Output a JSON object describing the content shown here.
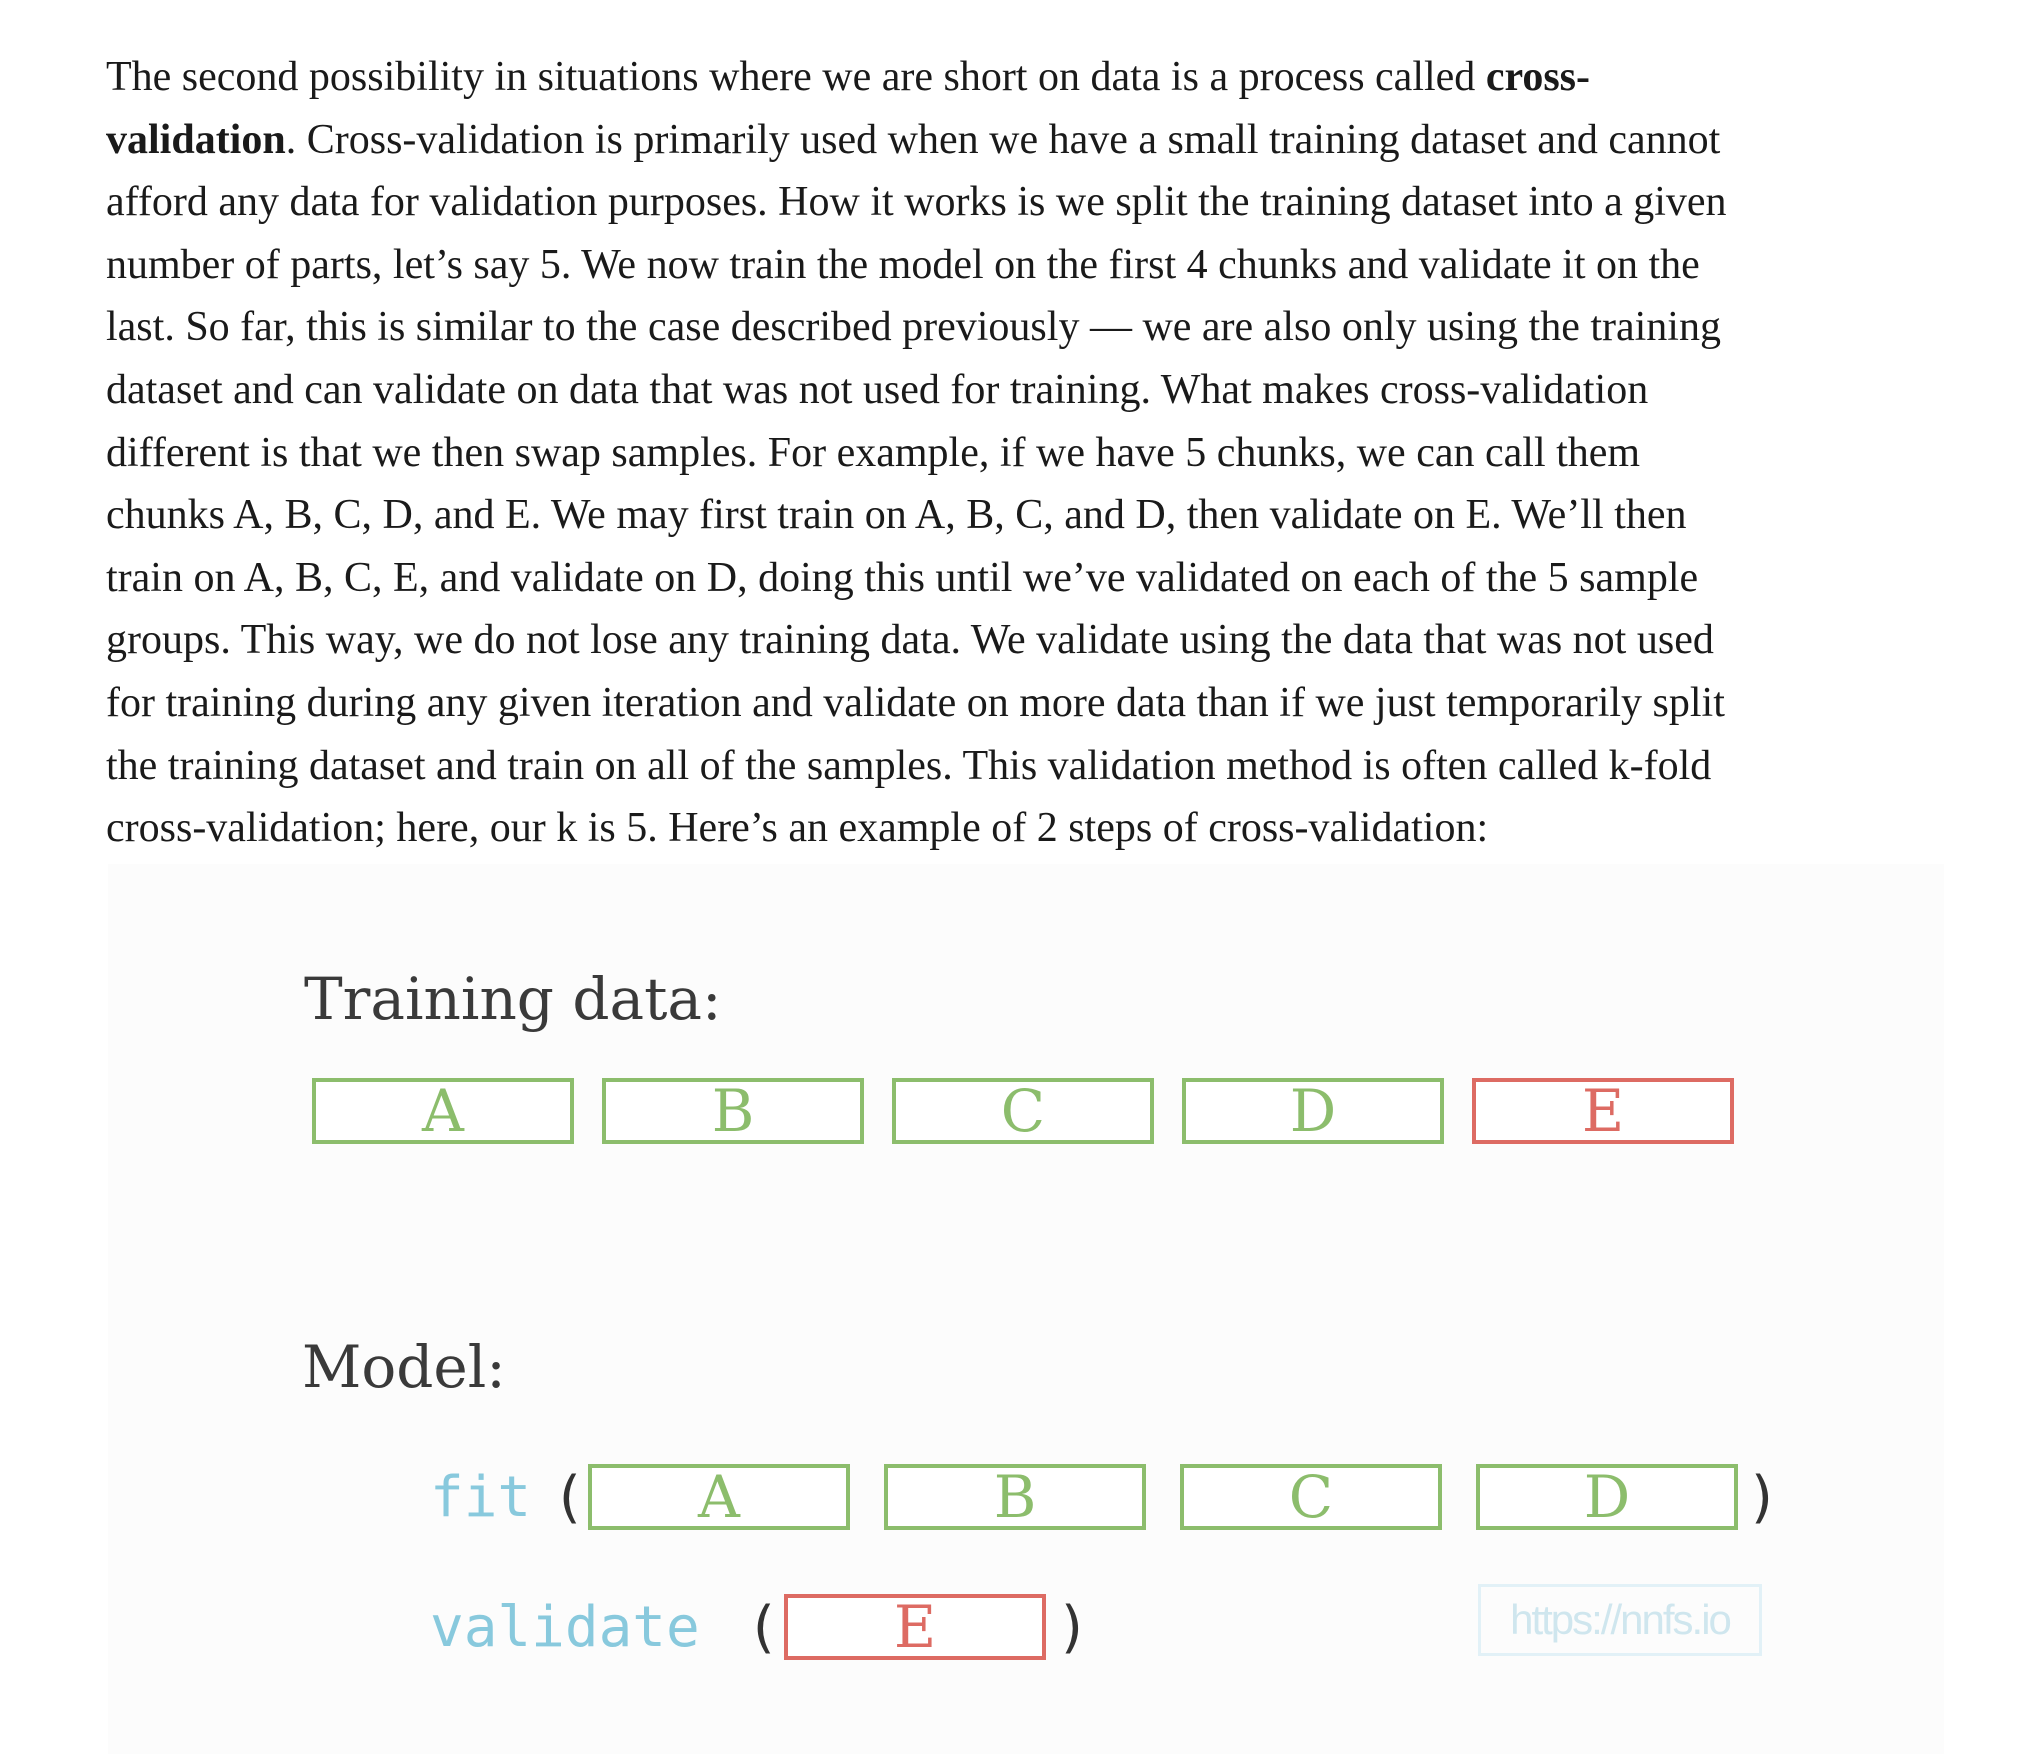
{
  "paragraph": {
    "lines": [
      "The second possibility in situations where we are short on data is a process called ",
      "validation",
      ". Cross-validation is primarily used when we have a small training dataset and cannot",
      "afford any data for validation purposes. How it works is we split the training dataset into a given",
      "number of parts, let’s say 5. We now train the model on the first 4 chunks and validate it on the",
      "last. So far, this is similar to the case described previously — we are also only using the training",
      "dataset and can validate on data that was not used for training. What makes cross-validation",
      "different is that we then swap samples. For example, if we have 5 chunks, we can call them",
      "chunks A, B, C, D, and E. We may first train on A, B, C, and D, then validate on E. We’ll then",
      "train on A, B, C, E, and validate on D, doing this until we’ve validated on each of the 5 sample",
      "groups. This way, we do not lose any training data. We validate using the data that was not used",
      "for training during any given iteration and validate on more data than if we just temporarily split",
      "the training dataset and train on all of the samples. This validation method is often called k-fold",
      "cross-validation; here, our k is 5. Here’s an example of 2 steps of cross-validation:"
    ],
    "bold_term_start": "cross-"
  },
  "figure": {
    "training_heading": "Training data:",
    "training_chunks": [
      {
        "label": "A",
        "role": "train"
      },
      {
        "label": "B",
        "role": "train"
      },
      {
        "label": "C",
        "role": "train"
      },
      {
        "label": "D",
        "role": "train"
      },
      {
        "label": "E",
        "role": "validate"
      }
    ],
    "model_heading": "Model:",
    "fit_label": "fit",
    "fit_chunks": [
      "A",
      "B",
      "C",
      "D"
    ],
    "validate_label": "validate",
    "validate_chunks": [
      "E"
    ],
    "open_paren": "(",
    "close_paren": ")",
    "watermark": "https://nnfs.io"
  },
  "colors": {
    "train": "#8cbd6c",
    "validate": "#dd6b63",
    "code": "#88c9dd"
  }
}
